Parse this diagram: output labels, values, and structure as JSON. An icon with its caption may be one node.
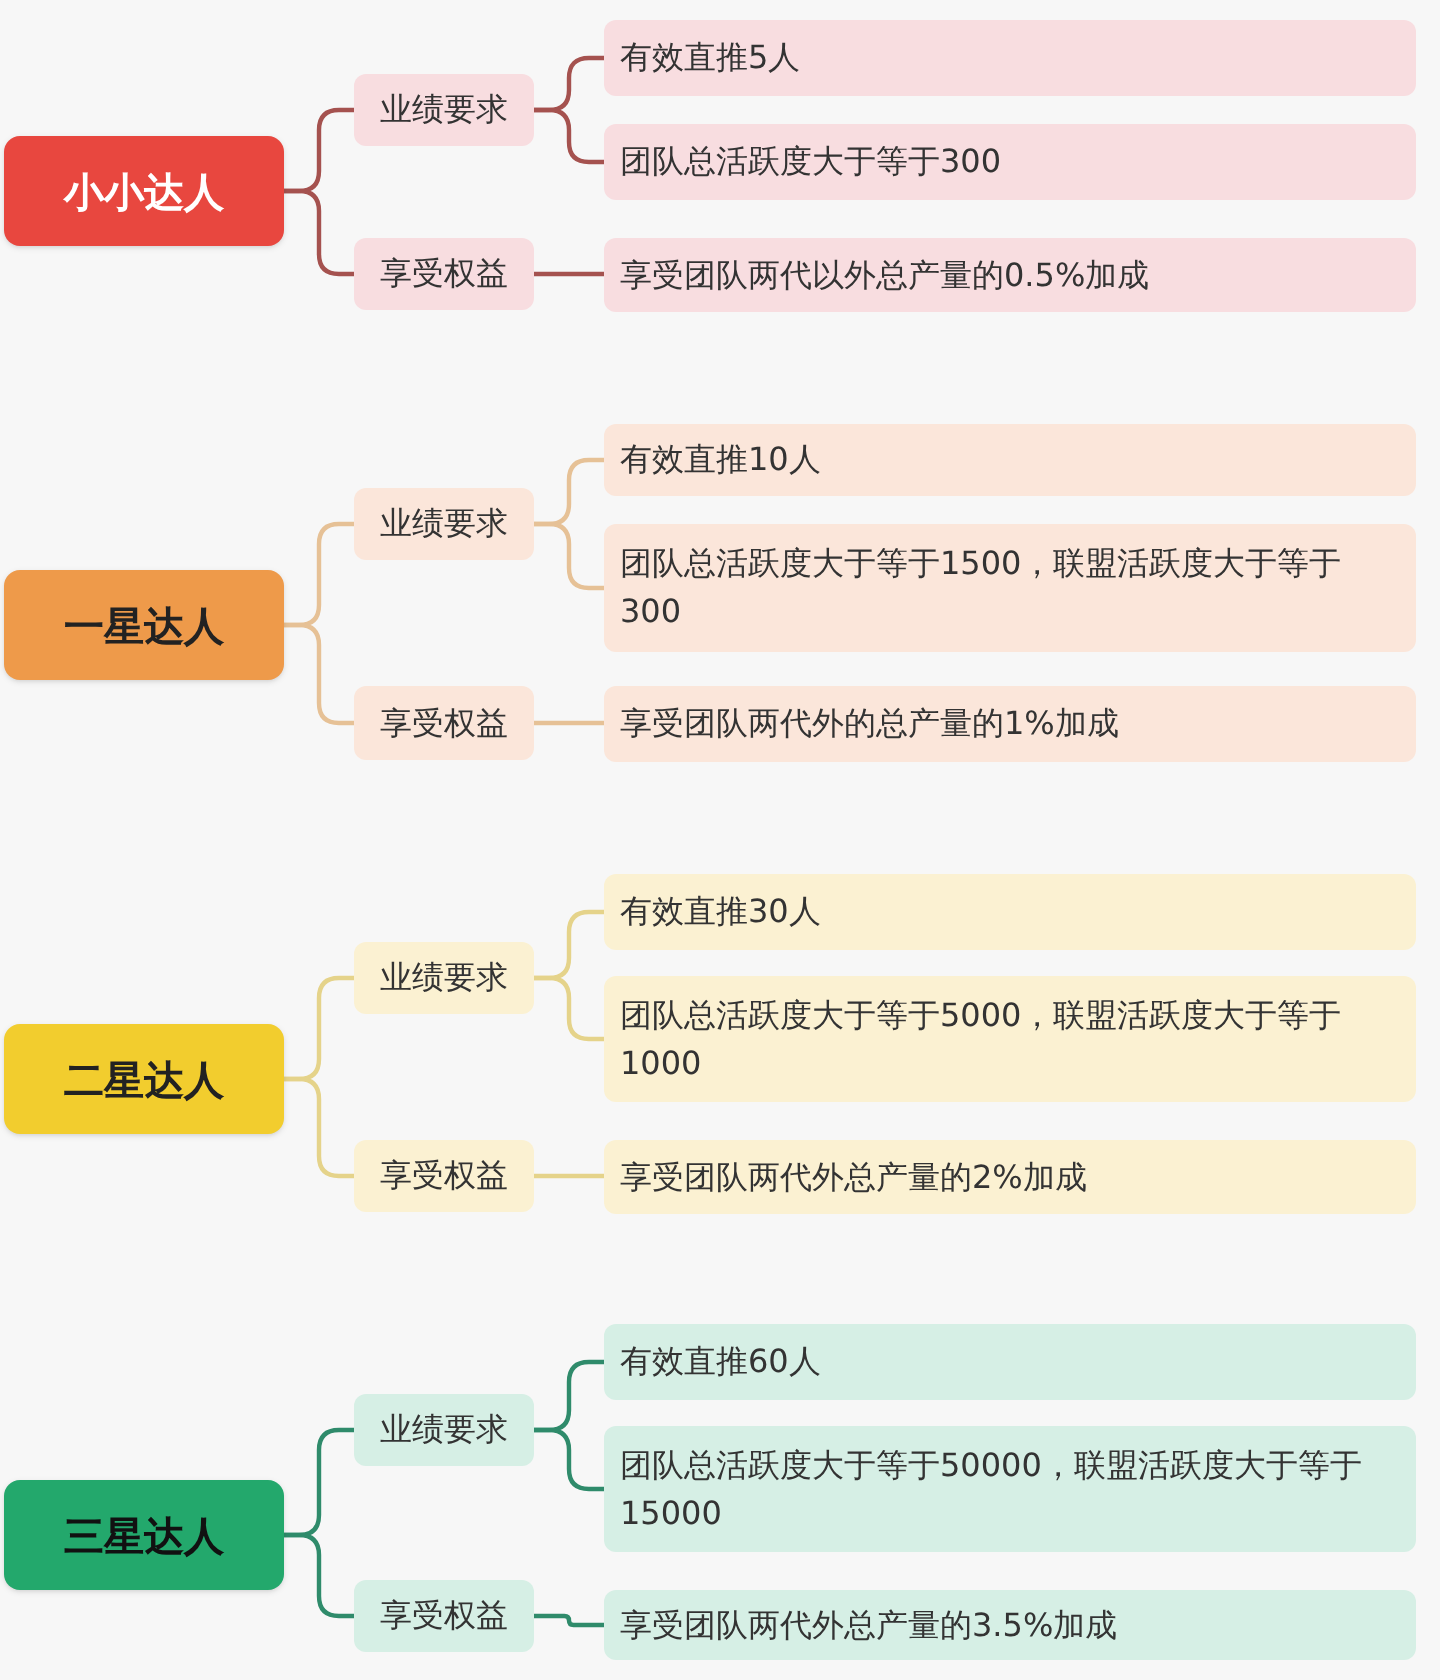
{
  "diagram": {
    "nodes": [
      {
        "text": [
          "小小达人"
        ]
      },
      {
        "text": [
          "业绩要求"
        ]
      },
      {
        "text": [
          "享受权益"
        ]
      },
      {
        "text": [
          "有效直推5人"
        ]
      },
      {
        "text": [
          "团队总活跃度大于等于300"
        ]
      },
      {
        "text": [
          "享受团队两代以外总产量的0.5%加成"
        ]
      },
      {
        "text": [
          "一星达人"
        ]
      },
      {
        "text": [
          "业绩要求"
        ]
      },
      {
        "text": [
          "享受权益"
        ]
      },
      {
        "text": [
          "有效直推10人"
        ]
      },
      {
        "text": [
          "团队总活跃度大于等于1500，联盟活跃度大于等于300"
        ]
      },
      {
        "text": [
          "享受团队两代外的总产量的1%加成"
        ]
      },
      {
        "text": [
          "二星达人"
        ]
      },
      {
        "text": [
          "业绩要求"
        ]
      },
      {
        "text": [
          "享受权益"
        ]
      },
      {
        "text": [
          "有效直推30人"
        ]
      },
      {
        "text": [
          "团队总活跃度大于等于5000，联盟活跃度大于等于1000"
        ]
      },
      {
        "text": [
          "享受团队两代外总产量的2%加成"
        ]
      },
      {
        "text": [
          "三星达人"
        ]
      },
      {
        "text": [
          "业绩要求"
        ]
      },
      {
        "text": [
          "享受权益"
        ]
      },
      {
        "text": [
          "有效直推60人"
        ]
      },
      {
        "text": [
          "团队总活跃度大于等于50000，联盟活跃度大于等于15000"
        ]
      },
      {
        "text": [
          "享受团队两代外总产量的3.5%加成"
        ]
      }
    ],
    "edges": [
      {
        "from": 0,
        "to": 1,
        "arrow": "none",
        "color": "#a5524f"
      },
      {
        "from": 0,
        "to": 2,
        "arrow": "none",
        "color": "#a5524f"
      },
      {
        "from": 1,
        "to": 3,
        "arrow": "none",
        "color": "#a5524f"
      },
      {
        "from": 1,
        "to": 4,
        "arrow": "none",
        "color": "#a5524f"
      },
      {
        "from": 2,
        "to": 5,
        "arrow": "none",
        "color": "#a5524f"
      },
      {
        "from": 6,
        "to": 7,
        "arrow": "none",
        "color": "#e6c196"
      },
      {
        "from": 6,
        "to": 8,
        "arrow": "none",
        "color": "#e6c196"
      },
      {
        "from": 7,
        "to": 9,
        "arrow": "none",
        "color": "#e6c196"
      },
      {
        "from": 7,
        "to": 10,
        "arrow": "none",
        "color": "#e6c196"
      },
      {
        "from": 8,
        "to": 11,
        "arrow": "none",
        "color": "#e6c196"
      },
      {
        "from": 12,
        "to": 13,
        "arrow": "none",
        "color": "#e5d38a"
      },
      {
        "from": 12,
        "to": 14,
        "arrow": "none",
        "color": "#e5d38a"
      },
      {
        "from": 13,
        "to": 15,
        "arrow": "none",
        "color": "#e5d38a"
      },
      {
        "from": 13,
        "to": 16,
        "arrow": "none",
        "color": "#e5d38a"
      },
      {
        "from": 14,
        "to": 17,
        "arrow": "none",
        "color": "#e5d38a"
      },
      {
        "from": 18,
        "to": 19,
        "arrow": "none",
        "color": "#2f8b6b"
      },
      {
        "from": 18,
        "to": 20,
        "arrow": "none",
        "color": "#2f8b6b"
      },
      {
        "from": 19,
        "to": 21,
        "arrow": "none",
        "color": "#2f8b6b"
      },
      {
        "from": 19,
        "to": 22,
        "arrow": "none",
        "color": "#2f8b6b"
      },
      {
        "from": 20,
        "to": 23,
        "arrow": "none",
        "color": "#2f8b6b"
      }
    ]
  }
}
